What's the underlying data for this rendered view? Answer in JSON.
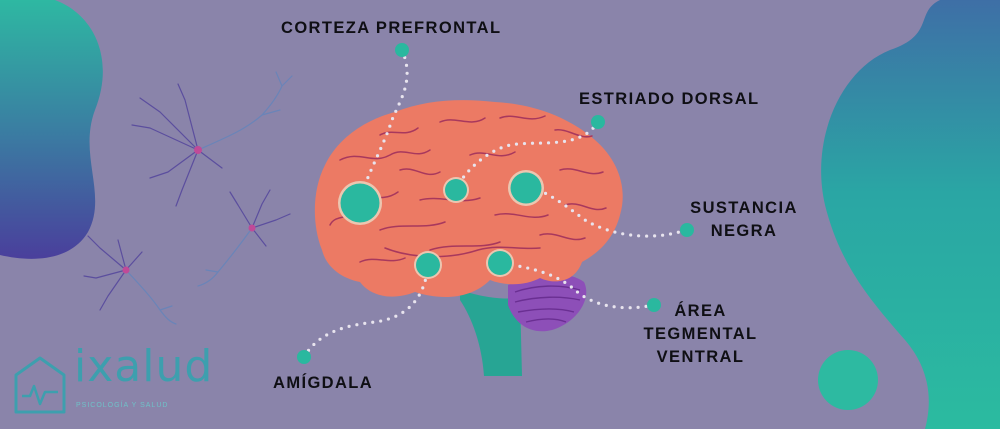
{
  "regions": {
    "prefrontal": "CORTEZA PREFRONTAL",
    "striatum": "ESTRIADO DORSAL",
    "substantia_line1": "SUSTANCIA",
    "substantia_line2": "NEGRA",
    "vta_line1": "ÁREA",
    "vta_line2": "TEGMENTAL",
    "vta_line3": "VENTRAL",
    "amygdala": "AMÍGDALA"
  },
  "logo": {
    "text": "ixalud",
    "tagline": "PSICOLOGÍA Y SALUD"
  },
  "colors": {
    "background": "#8a84aa",
    "brain": "#ec7a64",
    "node": "#2ab89f",
    "brainstem": "#27a594",
    "cerebellum": "#8d4fb8"
  }
}
